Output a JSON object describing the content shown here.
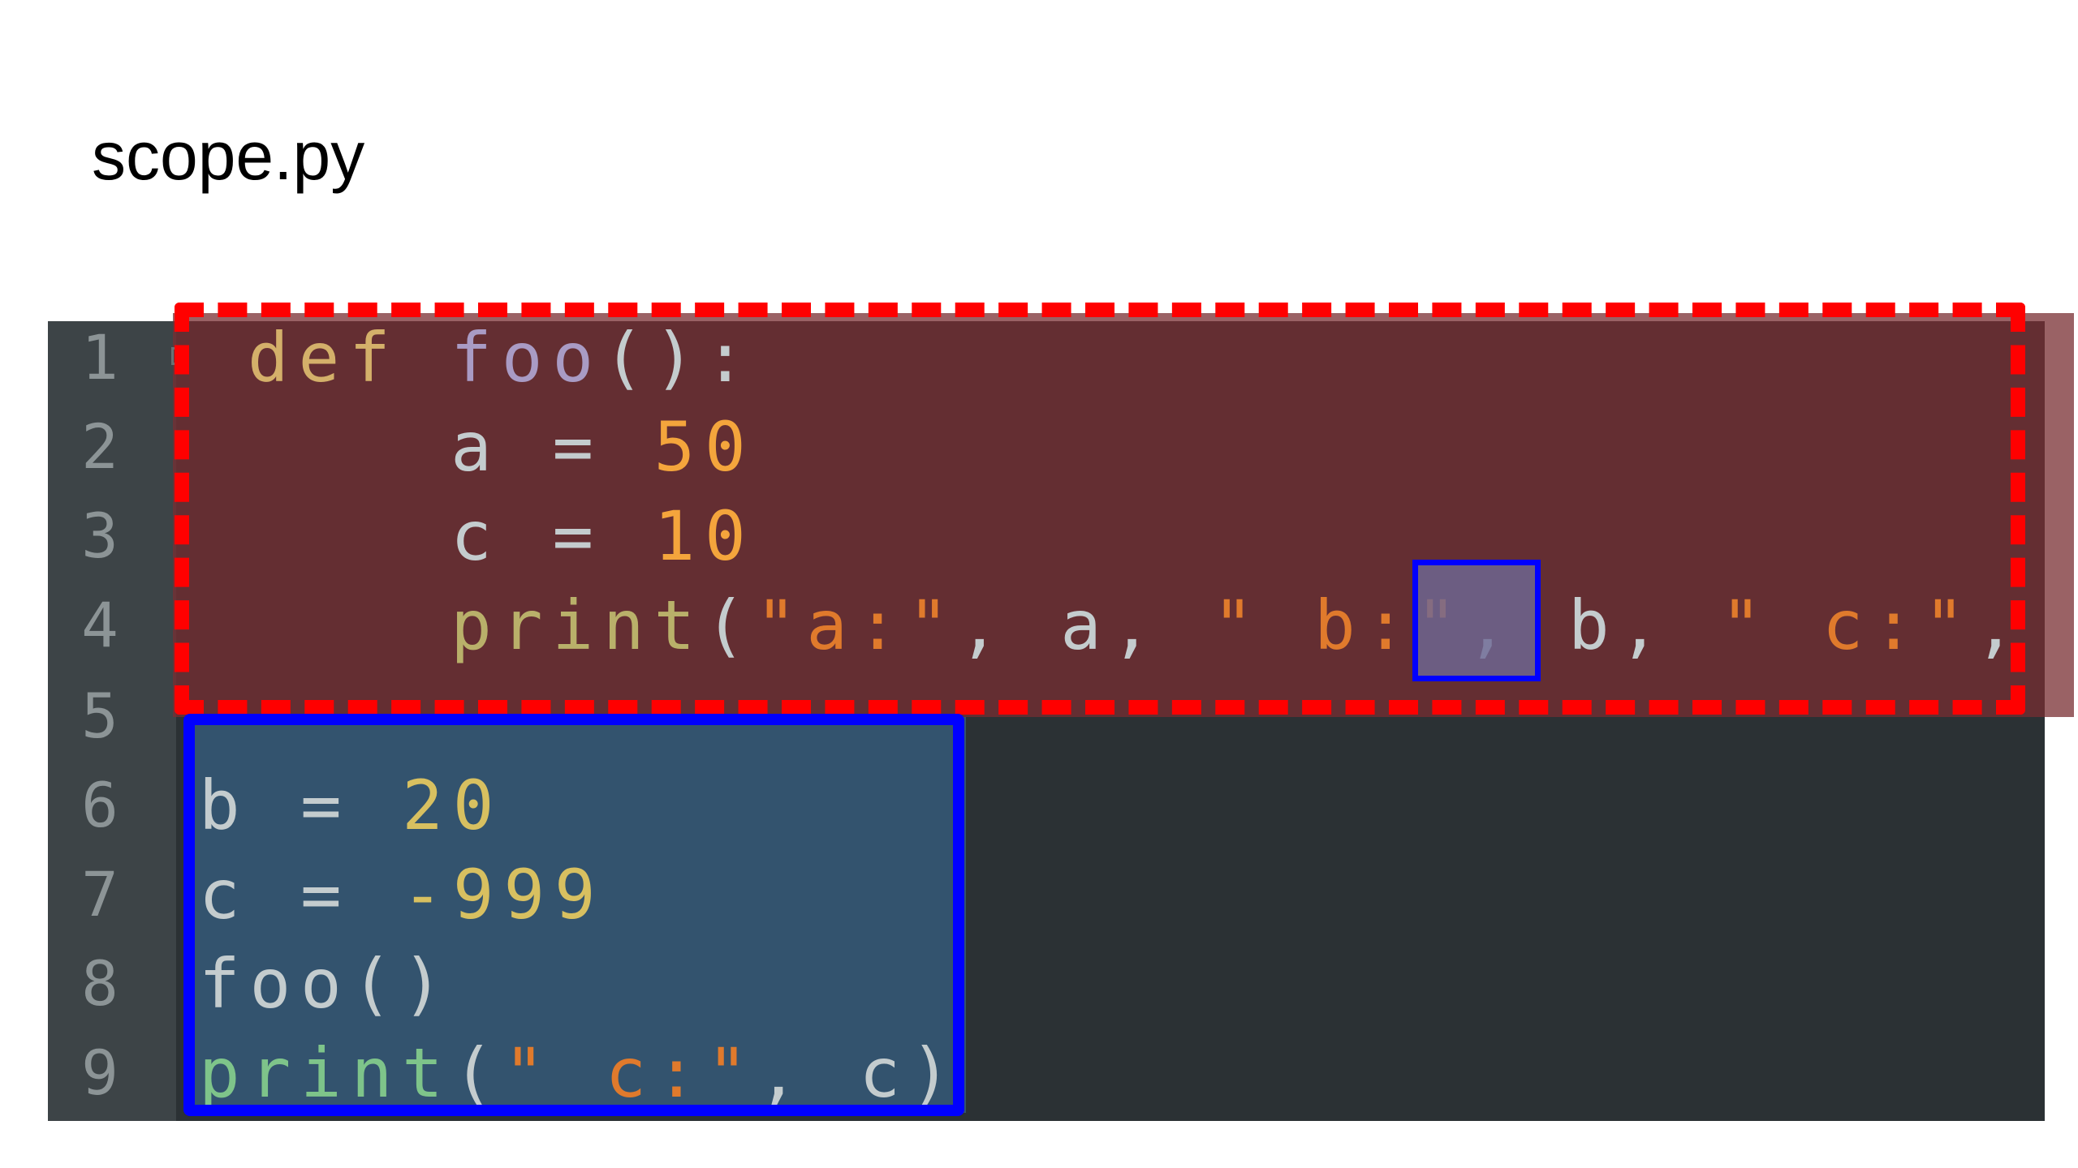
{
  "file": {
    "title": "scope.py"
  },
  "line_numbers": [
    "1",
    "2",
    "3",
    "4",
    "5",
    "6",
    "7",
    "8",
    "9"
  ],
  "fold_marker": "-",
  "code": {
    "line1": {
      "kw": "def",
      "name": "foo",
      "punct": "():"
    },
    "line2": {
      "indent": "    ",
      "var": "a",
      "op": " = ",
      "num": "50"
    },
    "line3": {
      "indent": "    ",
      "var": "c",
      "op": " = ",
      "num": "10"
    },
    "line4": {
      "indent": "    ",
      "fn": "print",
      "open": "(",
      "s1": "\"a:\"",
      "sep1": ", a, ",
      "s2": "\" b:\"",
      "sep2": ", ",
      "hl": "b,",
      "gap": " ",
      "s3": "\" c:\"",
      "sep3": ", c)"
    },
    "line6": {
      "var": "b",
      "op": " = ",
      "num": "20"
    },
    "line7": {
      "var": "c",
      "op": " = ",
      "num": "-999"
    },
    "line8": {
      "fn": "foo",
      "punct": "()"
    },
    "line9": {
      "fn": "print",
      "open": "(",
      "s1": "\" c:\"",
      "sep": ", c)"
    }
  },
  "colors": {
    "editor_bg": "#2b3134",
    "gutter_bg": "#3d4447",
    "local_scope_fill": "#6a3236",
    "local_scope_border": "#ff0000",
    "global_scope_fill": "#33536e",
    "global_scope_border": "#0000ff"
  }
}
